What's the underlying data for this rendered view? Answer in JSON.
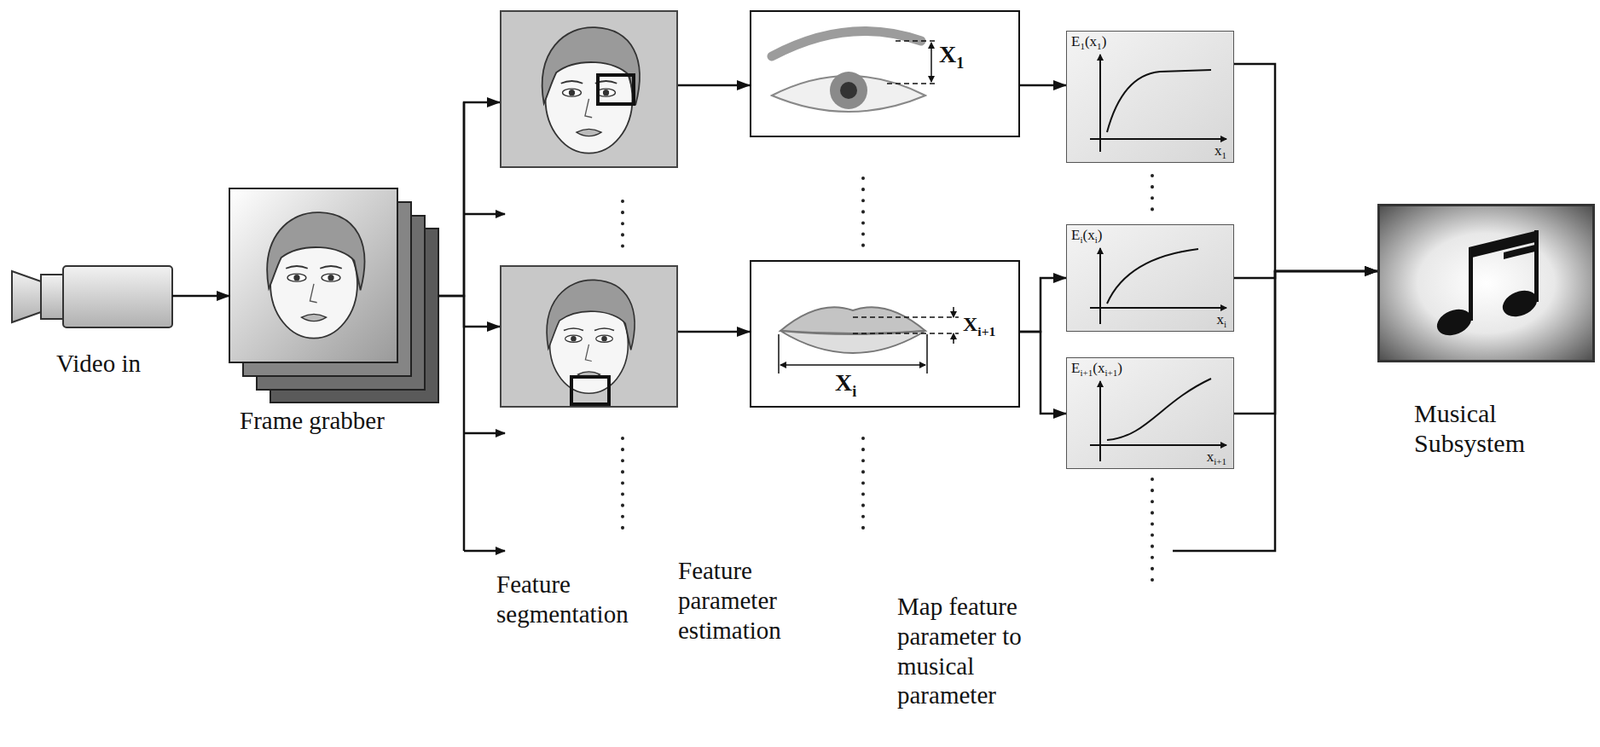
{
  "diagram": {
    "nodes": [
      {
        "text": [
          "Video in"
        ]
      },
      {
        "text": [
          "Frame grabber"
        ]
      },
      {
        "text": []
      },
      {
        "text": []
      },
      {
        "text": [
          "X1"
        ]
      },
      {
        "text": [
          "Xi+1",
          "Xi"
        ]
      },
      {
        "text": [
          "E1(x1)",
          "x1"
        ]
      },
      {
        "text": [
          "Ei(xi)",
          "xi"
        ]
      },
      {
        "text": [
          "Ei+1(xi+1)",
          "xi+1"
        ]
      },
      {
        "text": [
          "Musical Subsystem"
        ]
      }
    ],
    "edges": [
      {
        "from": 0,
        "to": 1,
        "arrow": "to"
      },
      {
        "from": 1,
        "to": 2,
        "arrow": "to"
      },
      {
        "from": 1,
        "to": 3,
        "arrow": "to"
      },
      {
        "from": 2,
        "to": 4,
        "arrow": "to"
      },
      {
        "from": 3,
        "to": 5,
        "arrow": "to"
      },
      {
        "from": 4,
        "to": 6,
        "arrow": "to"
      },
      {
        "from": 5,
        "to": 7,
        "arrow": "to"
      },
      {
        "from": 5,
        "to": 8,
        "arrow": "to"
      },
      {
        "from": 6,
        "to": 9,
        "arrow": "to"
      },
      {
        "from": 7,
        "to": 9,
        "arrow": "to"
      },
      {
        "from": 8,
        "to": 9,
        "arrow": "to"
      }
    ],
    "labels": [
      "Feature segmentation",
      "Feature parameter estimation",
      "Map feature parameter to musical parameter"
    ]
  }
}
